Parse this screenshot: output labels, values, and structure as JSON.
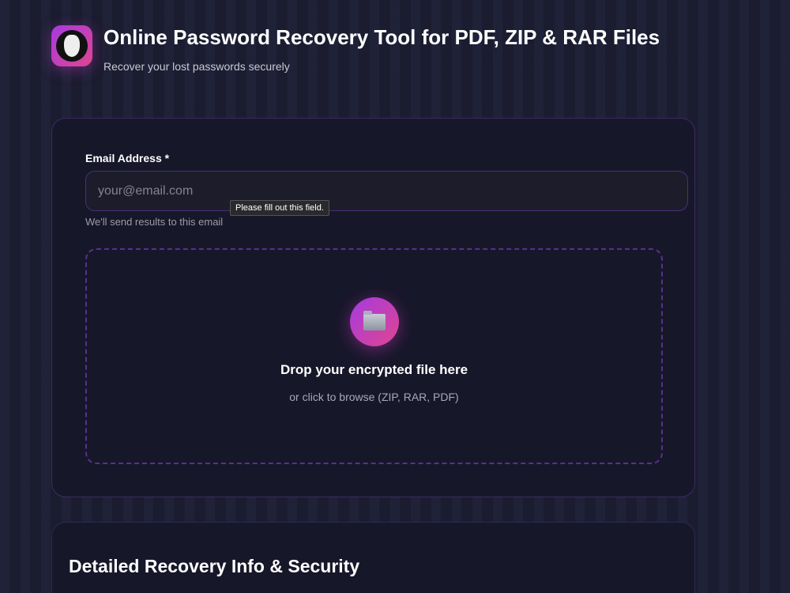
{
  "header": {
    "title": "Online Password Recovery Tool for PDF, ZIP & RAR Files",
    "subtitle": "Recover your lost passwords securely",
    "logo_icon": "anonymous-mask-icon"
  },
  "form": {
    "email_label": "Email Address *",
    "email_placeholder": "your@email.com",
    "email_value": "",
    "validation_tooltip": "Please fill out this field.",
    "email_hint": "We'll send results to this email"
  },
  "dropzone": {
    "icon": "folder-icon",
    "title": "Drop your encrypted file here",
    "subtitle": "or click to browse (ZIP, RAR, PDF)"
  },
  "section2": {
    "title": "Detailed Recovery Info & Security"
  },
  "colors": {
    "accent_start": "#a43be0",
    "accent_end": "#e0458f",
    "background": "#1b1c30"
  }
}
